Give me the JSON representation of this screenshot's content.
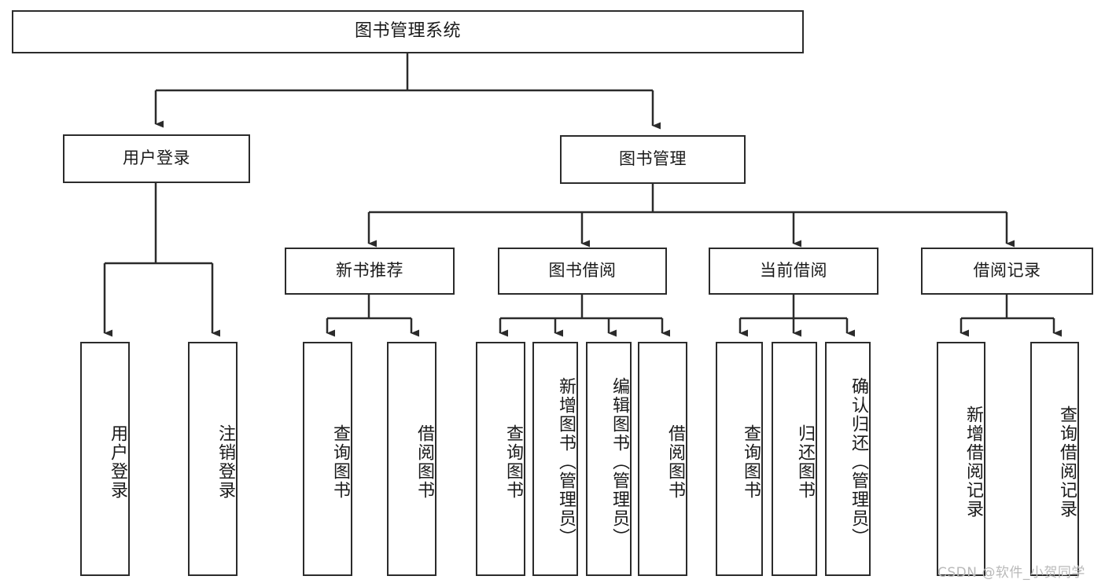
{
  "diagram": {
    "title": "图书管理系统",
    "type": "tree-hierarchy-diagram",
    "root": {
      "id": "root",
      "label": "图书管理系统"
    },
    "level2": [
      {
        "id": "user-login",
        "label": "用户登录"
      },
      {
        "id": "book-manage",
        "label": "图书管理"
      }
    ],
    "level3": [
      {
        "id": "new-book-rec",
        "label": "新书推荐",
        "parent": "book-manage"
      },
      {
        "id": "book-borrow",
        "label": "图书借阅",
        "parent": "book-manage"
      },
      {
        "id": "current-borrow",
        "label": "当前借阅",
        "parent": "book-manage"
      },
      {
        "id": "borrow-record",
        "label": "借阅记录",
        "parent": "book-manage"
      }
    ],
    "leaves": {
      "user-login": [
        {
          "id": "leaf-user-login",
          "label": "用户登录"
        },
        {
          "id": "leaf-logout",
          "label": "注销登录"
        }
      ],
      "new-book-rec": [
        {
          "id": "leaf-query-book-1",
          "label": "查询图书"
        },
        {
          "id": "leaf-borrow-book-1",
          "label": "借阅图书"
        }
      ],
      "book-borrow": [
        {
          "id": "leaf-query-book-2",
          "label": "查询图书"
        },
        {
          "id": "leaf-add-book",
          "label": "新增图书（管理员）"
        },
        {
          "id": "leaf-edit-book",
          "label": "编辑图书（管理员）"
        },
        {
          "id": "leaf-borrow-book-2",
          "label": "借阅图书"
        }
      ],
      "current-borrow": [
        {
          "id": "leaf-query-book-3",
          "label": "查询图书"
        },
        {
          "id": "leaf-return-book",
          "label": "归还图书"
        },
        {
          "id": "leaf-confirm-return",
          "label": "确认归还（管理员）"
        }
      ],
      "borrow-record": [
        {
          "id": "leaf-add-record",
          "label": "新增借阅记录"
        },
        {
          "id": "leaf-query-record",
          "label": "查询借阅记录"
        }
      ]
    }
  },
  "watermark": {
    "text": "CSDN @软件_小贺同学"
  },
  "colors": {
    "stroke": "#2b2b2b",
    "background": "#ffffff",
    "text": "#1a1a1a",
    "watermark": "#b9b9b9"
  }
}
